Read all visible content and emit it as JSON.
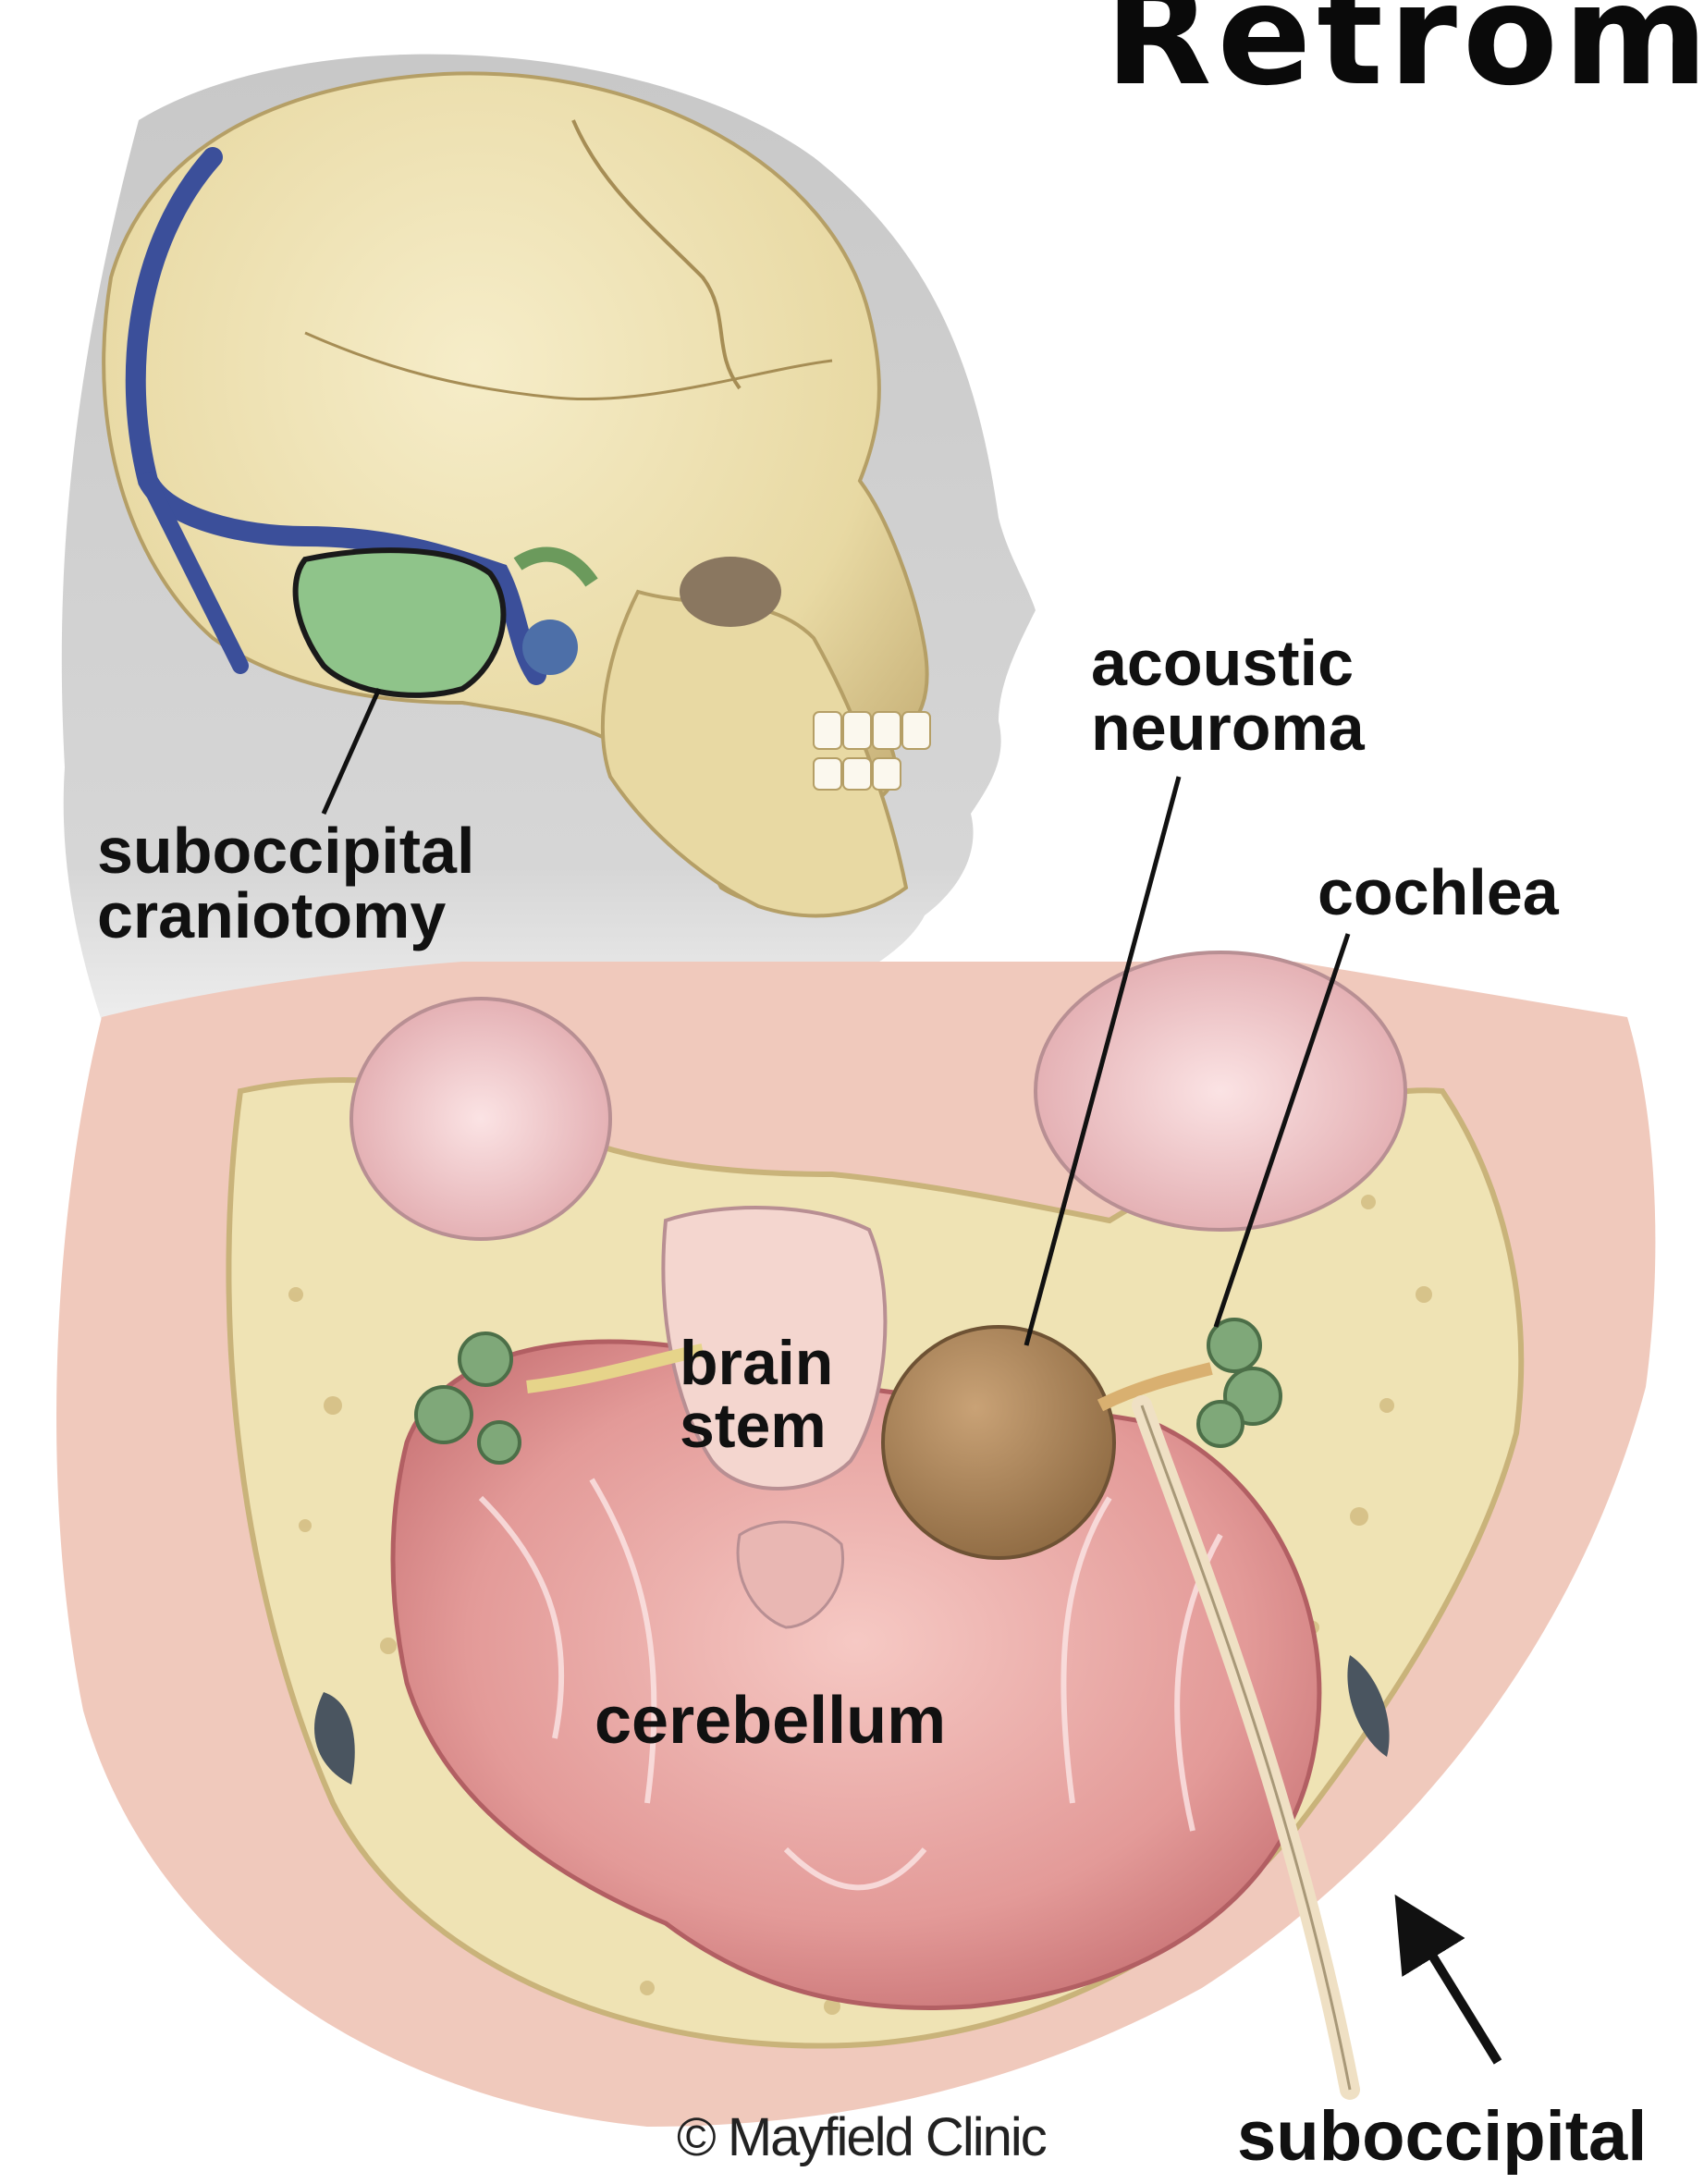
{
  "heading": "Retrom",
  "labels": {
    "suboccipital_craniotomy": [
      "suboccipital",
      "craniotomy"
    ],
    "acoustic_neuroma": [
      "acoustic",
      "neuroma"
    ],
    "cochlea": "cochlea",
    "brain_stem": [
      "brain",
      "stem"
    ],
    "cerebellum": "cerebellum",
    "suboccipital_bottom": "suboccipital"
  },
  "copyright": "© Mayfield Clinic",
  "colors": {
    "bone": "#efe3b4",
    "bone_shadow": "#c9b37a",
    "brain": "#e9a0a0",
    "tumor": "#b08a5c",
    "craniotomy": "#8fc48a",
    "vessel": "#3b4f9a",
    "silhouette": "#c4c4c4"
  }
}
